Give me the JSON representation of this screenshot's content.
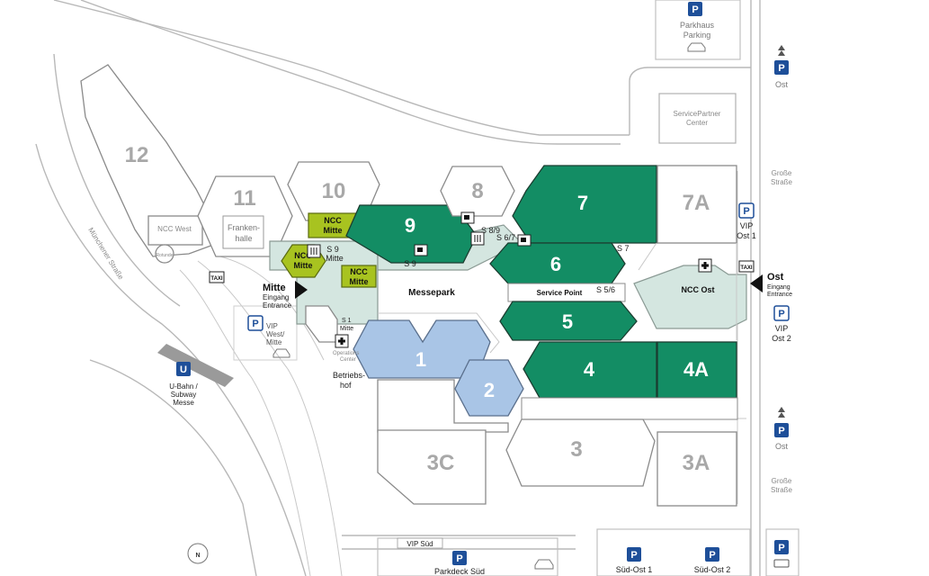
{
  "halls": {
    "h1": "1",
    "h2": "2",
    "h3": "3",
    "h3a": "3A",
    "h3c": "3C",
    "h4": "4",
    "h4a": "4A",
    "h5": "5",
    "h6": "6",
    "h7": "7",
    "h7a": "7A",
    "h8": "8",
    "h9": "9",
    "h10": "10",
    "h11": "11",
    "h12": "12"
  },
  "buildings": {
    "ncc_mitte_a": [
      "NCC",
      "Mitte"
    ],
    "ncc_mitte_b": [
      "NCC",
      "Mitte"
    ],
    "ncc_mitte_c": [
      "NCC",
      "Mitte"
    ],
    "ncc_ost": "NCC Ost",
    "ncc_west": "NCC West",
    "frankenhalle": [
      "Franken-",
      "halle"
    ],
    "rotunde": "Rotunde",
    "servicepartner": [
      "ServicePartner",
      "Center"
    ],
    "betriebshof": [
      "Betriebs-",
      "hof"
    ],
    "operations": [
      "Operations",
      "Center"
    ],
    "messepark": "Messepark",
    "service_point": "Service Point"
  },
  "entrances": {
    "mitte": {
      "title": "Mitte",
      "de": "Eingang",
      "en": "Entrance"
    },
    "ost": {
      "title": "Ost",
      "de": "Eingang",
      "en": "Entrance"
    }
  },
  "stops": {
    "s9_mitte": [
      "S 9",
      "Mitte"
    ],
    "s9": "S 9",
    "s89": "S 8/9",
    "s67": "S 6/7",
    "s7": "S 7",
    "s56": "S 5/6",
    "s1_mitte": [
      "S 1",
      "Mitte"
    ]
  },
  "parking": {
    "parkhaus": [
      "Parkhaus",
      "Parking"
    ],
    "ost_top": "Ost",
    "ost_bottom": "Ost",
    "vip_ost1": [
      "VIP",
      "Ost 1"
    ],
    "vip_ost2": [
      "VIP",
      "Ost 2"
    ],
    "vip_west": [
      "VIP",
      "West/",
      "Mitte"
    ],
    "vip_sued": "VIP Süd",
    "parkdeck_sued": "Parkdeck Süd",
    "sued_ost1": "Süd-Ost 1",
    "sued_ost2": "Süd-Ost 2",
    "p_letter": "P"
  },
  "transit": {
    "ubahn_letter": "U",
    "ubahn": [
      "U-Bahn /",
      "Subway",
      "Messe"
    ]
  },
  "streets": {
    "muenchener": "Münchener Straße",
    "grosse_top": [
      "Große",
      "Straße"
    ],
    "grosse_bottom": [
      "Große",
      "Straße"
    ]
  },
  "icons": {
    "taxi": "TAXI",
    "compass": "N"
  },
  "colors": {
    "hall_green": "#138d64",
    "hall_blue": "#a9c5e6",
    "ncc_lime": "#a8c320",
    "parking_blue": "#1e4f99"
  }
}
